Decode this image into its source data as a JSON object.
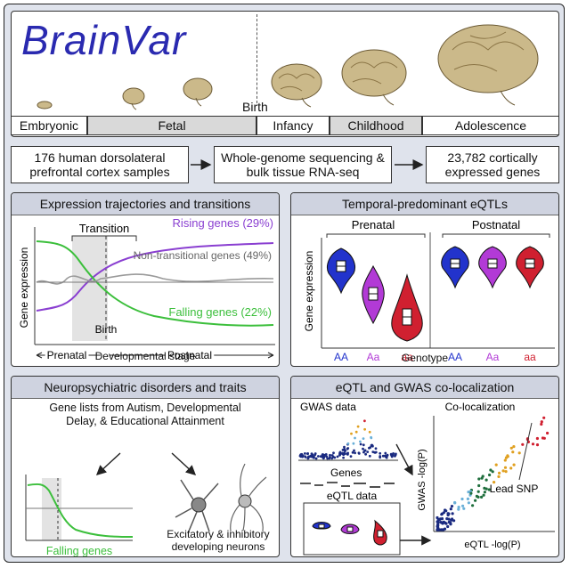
{
  "title": "BrainVar",
  "stages": {
    "birth": "Birth",
    "items": [
      {
        "label": "Embryonic",
        "fill": "#ffffff"
      },
      {
        "label": "Fetal",
        "fill": "#d9d9d9"
      },
      {
        "label": "Infancy",
        "fill": "#ffffff"
      },
      {
        "label": "Childhood",
        "fill": "#d9d9d9"
      },
      {
        "label": "Adolescence",
        "fill": "#ffffff"
      }
    ]
  },
  "pipeline": {
    "step1": "176 human dorsolateral prefrontal cortex samples",
    "step2": "Whole-genome sequencing & bulk tissue RNA-seq",
    "step3": "23,782 cortically expressed genes"
  },
  "trajectories": {
    "title": "Expression trajectories and transitions",
    "transition": "Transition",
    "birth": "Birth",
    "rising": "Rising genes (29%)",
    "nontransitional": "Non-transitional genes (49%)",
    "falling": "Falling genes (22%)",
    "ylabel": "Gene expression",
    "prenatal": "Prenatal",
    "postnatal": "Postnatal",
    "xlabel": "Developmental stage"
  },
  "eqtl": {
    "title": "Temporal-predominant eQTLs",
    "prenatal": "Prenatal",
    "postnatal": "Postnatal",
    "ylabel": "Gene expression",
    "xlabel": "Genotype",
    "genotypes": [
      "AA",
      "Aa",
      "aa",
      "AA",
      "Aa",
      "aa"
    ]
  },
  "disorders": {
    "title": "Neuropsychiatric disorders and traits",
    "genelists": "Gene lists from Autism, Developmental Delay, & Educational Attainment",
    "falling": "Falling genes",
    "neurons": "Excitatory & inhibitory developing neurons"
  },
  "coloc": {
    "title": "eQTL and GWAS co-localization",
    "gwas": "GWAS data",
    "genes": "Genes",
    "eqtl": "eQTL data",
    "colocalization": "Co-localization",
    "ylabel": "GWAS -log(P)",
    "xlabel": "eQTL -log(P)",
    "lead": "Lead SNP"
  },
  "colors": {
    "rising": "#8a3fd1",
    "falling": "#3cbf3c",
    "flat": "#9a9a9a",
    "AA": "#2233cc",
    "Aa": "#b23ad6",
    "aa": "#d02030",
    "title": "#2a2ab0",
    "brain": "#cbb98a"
  }
}
